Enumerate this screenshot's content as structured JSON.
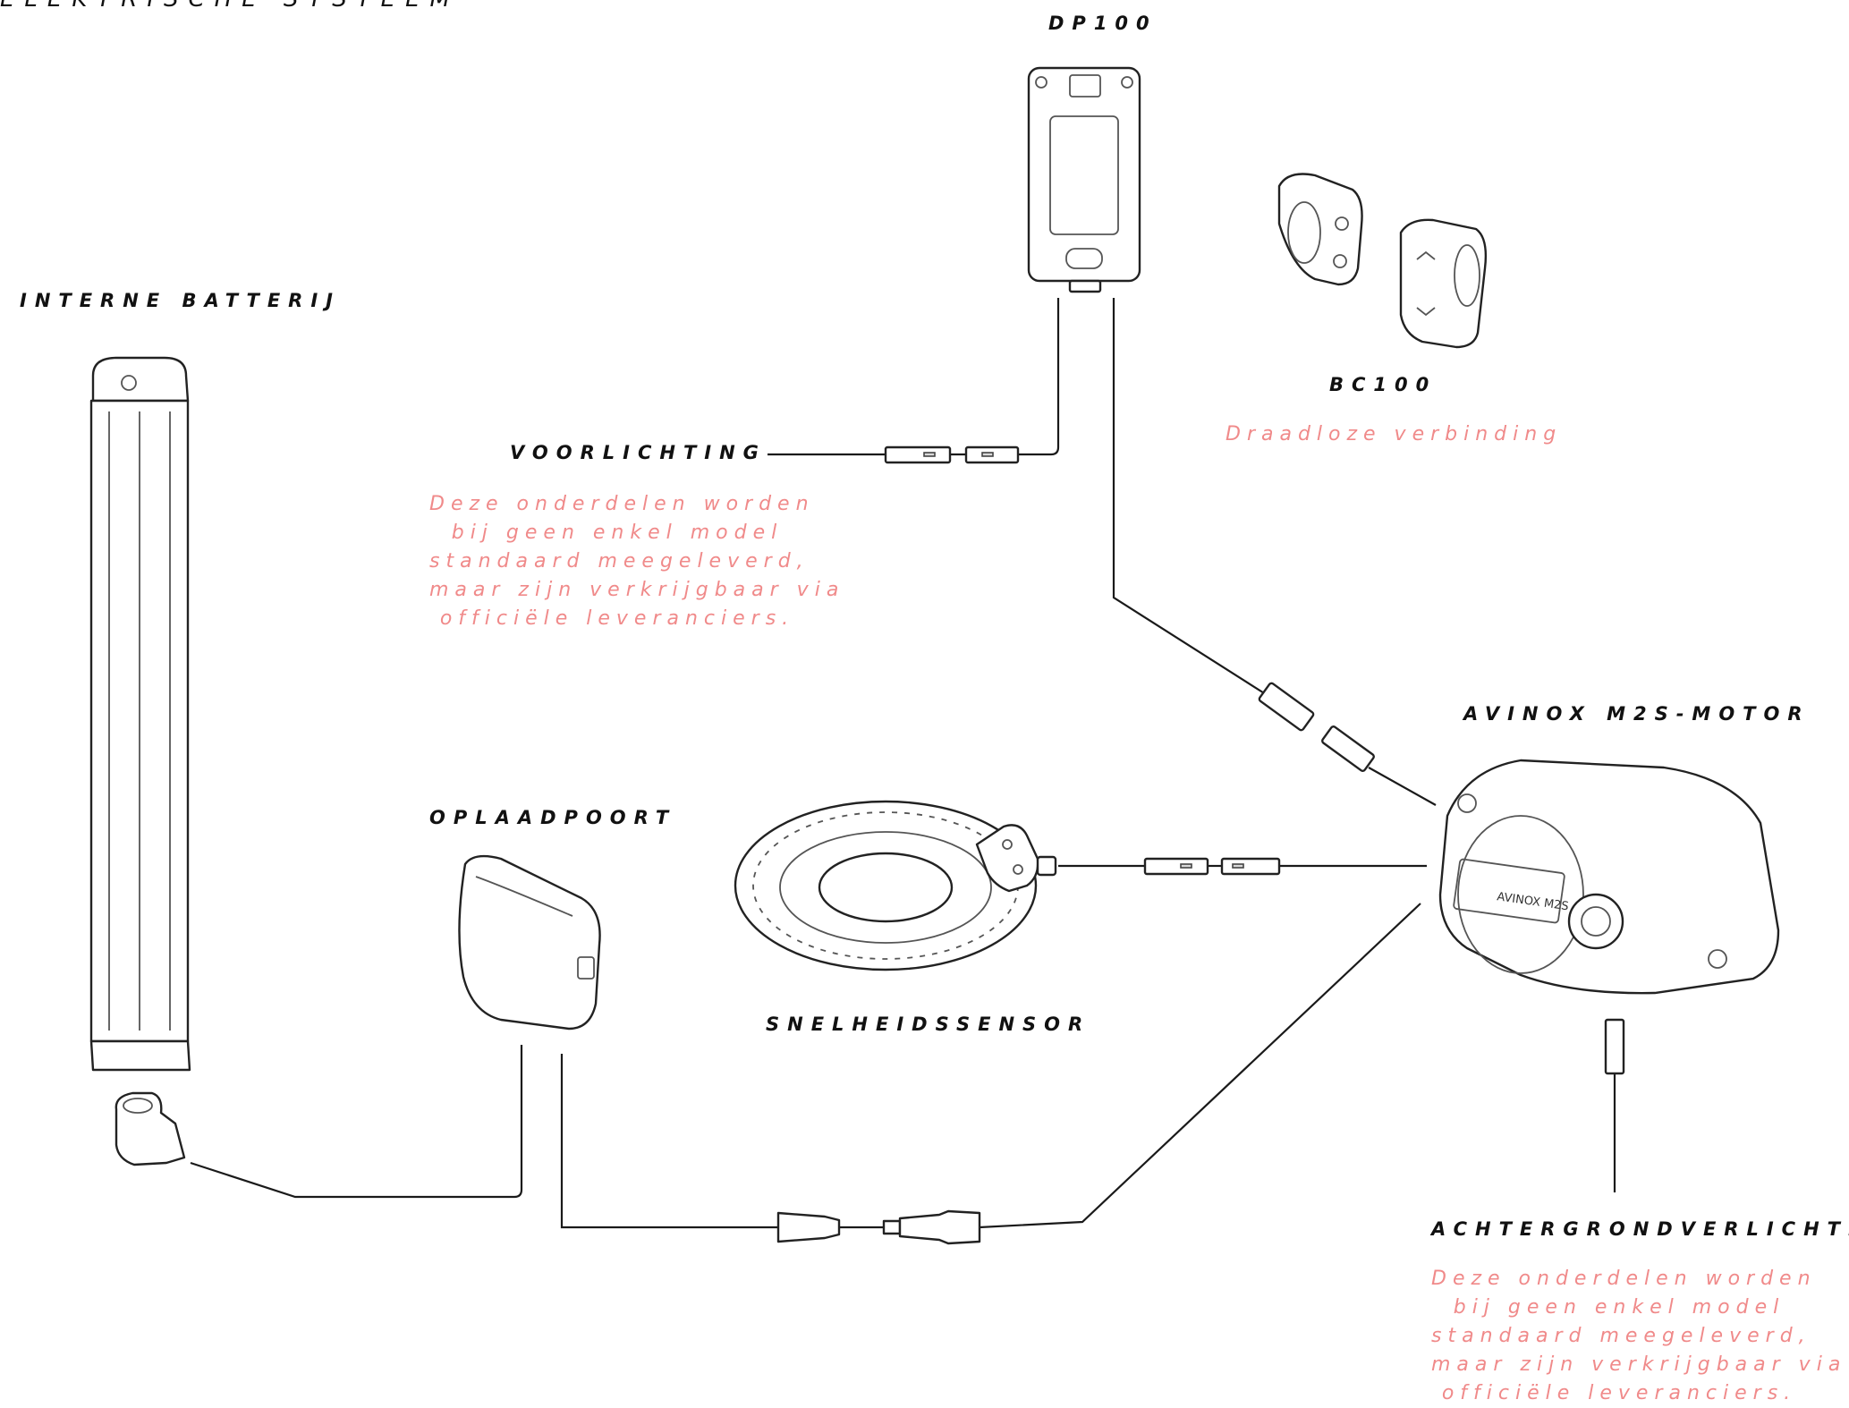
{
  "title": "ELEKTRISCHE SYSTEEM",
  "components": {
    "dp100": {
      "label": "DP100"
    },
    "bc100": {
      "label": "BC100",
      "note": "Draadloze verbinding"
    },
    "internal_battery": {
      "label": "INTERNE BATTERIJ"
    },
    "front_light": {
      "label": "VOORLICHTING",
      "note": "Deze onderdelen worden\nbij geen enkel model\nstandaard meegeleverd,\nmaar zijn verkrijgbaar via\nofficiële leveranciers."
    },
    "charge_port": {
      "label": "OPLAADPOORT"
    },
    "speed_sensor": {
      "label": "SNELHEIDSSENSOR"
    },
    "motor": {
      "label": "AVINOX M2S-MOTOR",
      "badge": "AVINOX M2S"
    },
    "rear_light": {
      "label": "ACHTERGRONDVERLICHTING",
      "note": "Deze onderdelen worden\nbij geen enkel model\nstandaard meegeleverd,\nmaar zijn verkrijgbaar via\nofficiële leveranciers."
    }
  },
  "colors": {
    "label": "#111111",
    "note": "#f08a8a",
    "line": "#1a1a1a"
  }
}
